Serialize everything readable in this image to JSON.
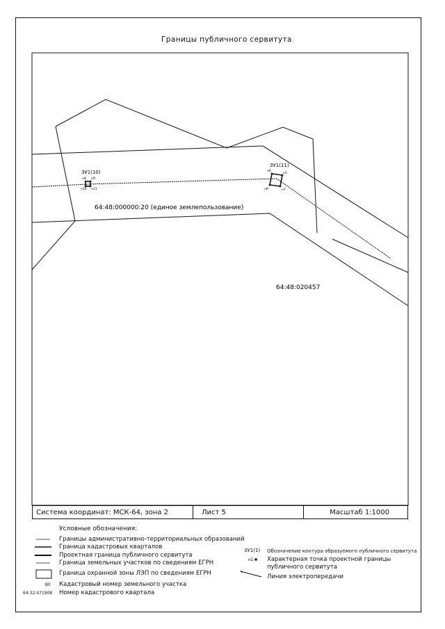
{
  "title": "Границы публичного сервитута",
  "map": {
    "zu_label_left": "ЗУ1(10)",
    "zu_label_right": "ЗУ1(11)",
    "parcel_label": "64:48:000000:20 (единое землепользование)",
    "quarter_label": "64:48:020457",
    "point_labels_left": [
      "н8",
      "н9",
      "н10",
      "н11"
    ],
    "point_labels_right": [
      "н6",
      "н5",
      "н7",
      "н8"
    ]
  },
  "stamp": {
    "system": "Система координат: МСК-64, зона 2",
    "sheet": "Лист 5",
    "scale": "Масштаб 1:1000"
  },
  "legend": {
    "heading": "Условные обозначения:",
    "items_left": [
      "Границы административно-территориальных образований",
      "Граница кадастровых кварталов",
      "Проектная граница публичного сервитута",
      "Граница земельных участков по сведениям ЕГРН",
      "Граница охранной зоны ЛЭП по сведениям ЕГРН",
      "Кадастровый номер земельного участка",
      "Номер кадастрового квартала"
    ],
    "symbol_parcel_no": ":80",
    "symbol_quarter_no": "64:32:071908",
    "symbol_contour": "ЗУ1(1)",
    "symbol_point": "н1",
    "items_right": [
      "Обозначение контура образуемого публичного сервитута",
      "Характерная точка проектной границы публичного сервитута",
      "Линия электропередачи"
    ]
  }
}
